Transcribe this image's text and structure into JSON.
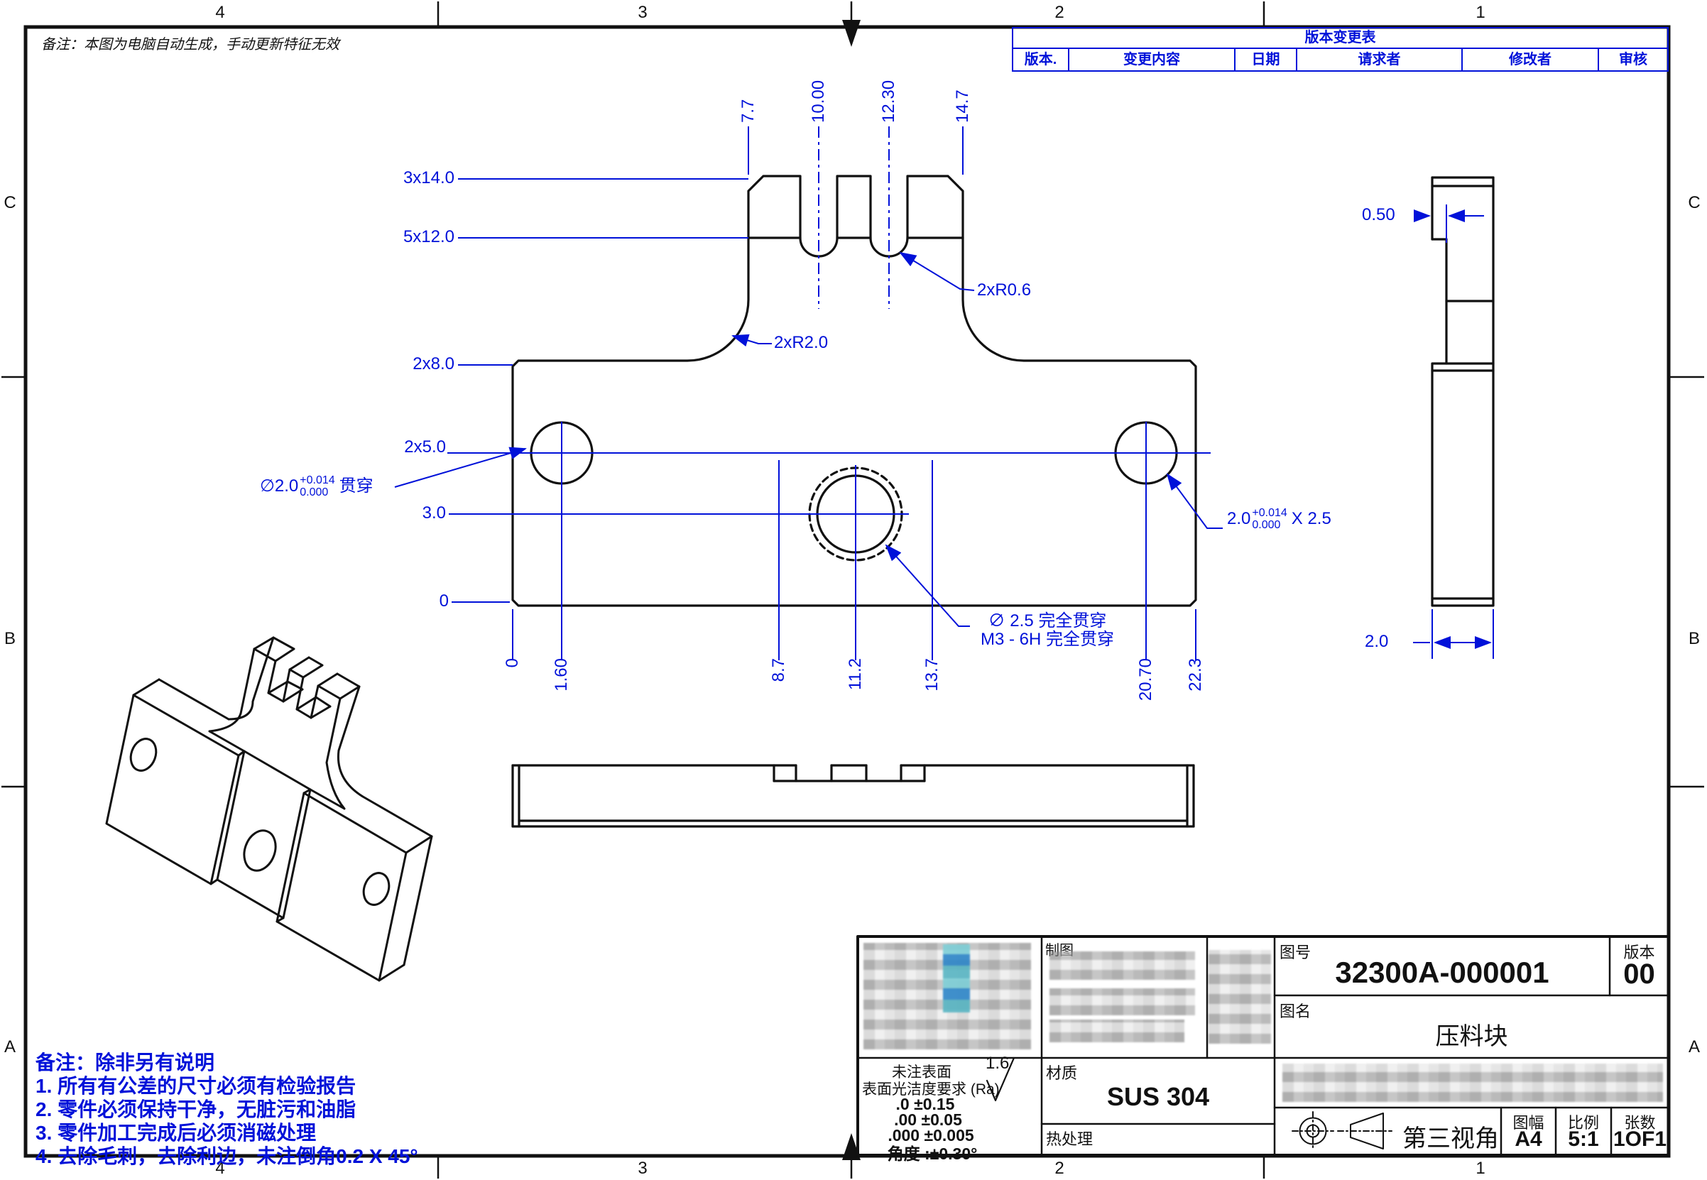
{
  "sheet": {
    "note_top": "备注：本图为电脑自动生成，手动更新特征无效",
    "zone_columns": [
      "4",
      "3",
      "2",
      "1"
    ],
    "zone_rows": [
      "C",
      "B",
      "A"
    ]
  },
  "revision_table": {
    "title": "版本变更表",
    "columns": [
      "版本.",
      "变更内容",
      "日期",
      "请求者",
      "修改者",
      "审核"
    ]
  },
  "front_view": {
    "dims_top": [
      "7.7",
      "10.00",
      "12.30",
      "14.7"
    ],
    "dims_left": [
      "3x14.0",
      "5x12.0",
      "2x8.0",
      "2x5.0",
      "3.0",
      "0"
    ],
    "dims_bottom": [
      "0",
      "1.60",
      "8.7",
      "11.2",
      "13.7",
      "20.70",
      "22.3"
    ],
    "callout_r06": "2xR0.6",
    "callout_r20": "2xR2.0",
    "callout_hole_left": {
      "prefix": "∅2.0",
      "tol_plus": "+0.014",
      "tol_minus": "0.000",
      "suffix": "贯穿"
    },
    "callout_hole_right": {
      "prefix": "2.0",
      "tol_plus": "+0.014",
      "tol_minus": "0.000",
      "suffix": "X 2.5"
    },
    "callout_center_line1": "∅ 2.5 完全贯穿",
    "callout_center_line2": "M3 - 6H 完全贯穿"
  },
  "side_view": {
    "dim_notch": "0.50",
    "dim_thickness": "2.0"
  },
  "notes": {
    "line0": "备注：除非另有说明",
    "line1": "1. 所有有公差的尺寸必须有检验报告",
    "line2": "2. 零件必须保持干净，无脏污和油脂",
    "line3": "3. 零件加工完成后必须消磁处理",
    "line4": "4. 去除毛刺，去除利边，未注倒角0.2 X 45°"
  },
  "title_block": {
    "drafter_label": "制图",
    "drawing_no_label": "图号",
    "drawing_no": "32300A-000001",
    "rev_label": "版本",
    "rev": "00",
    "name_label": "图名",
    "name": "压料块",
    "material_label": "材质",
    "material": "SUS 304",
    "heat_label": "热处理",
    "surface_line1": "未注表面",
    "surface_line2": "表面光洁度要求 (Ra)",
    "ra": "1.6",
    "tol1": ".0  ±0.15",
    "tol2": ".00  ±0.05",
    "tol3": ".000  ±0.005",
    "tol4": "角度 :±0.30°",
    "projection": "第三视角",
    "size_label": "图幅",
    "size": "A4",
    "scale_label": "比例",
    "scale": "5:1",
    "sheets_label": "张数",
    "sheets": "1OF1"
  }
}
